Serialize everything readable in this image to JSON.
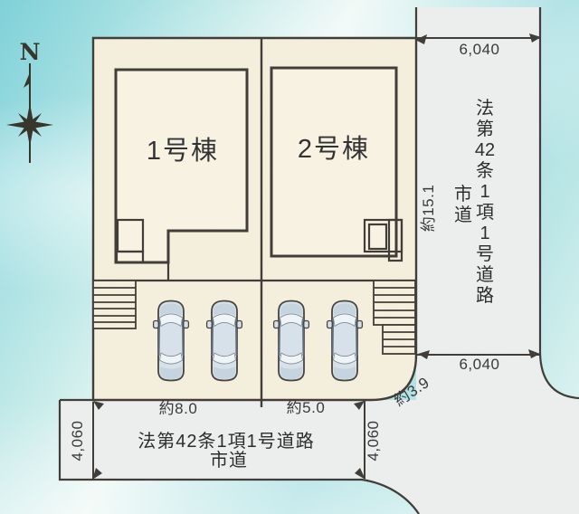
{
  "plan": {
    "compass": "N",
    "buildings": {
      "b1_label": "1号棟",
      "b2_label": "2号棟"
    },
    "dimensions": {
      "top_road_width": "6,040",
      "right_road_width_bottom": "6,040",
      "right_boundary_length": "約15.1",
      "corner_boundary_length": "約3.9",
      "bottom_road_width_left": "4,060",
      "bottom_road_width_right": "4,060",
      "frontage_lot1": "約8.0",
      "frontage_lot2": "約5.0"
    },
    "right_road": {
      "name": "法第42条1項1号道路",
      "type": "市道"
    },
    "bottom_road": {
      "name": "法第42条1項1号道路",
      "type": "市道"
    },
    "colors": {
      "background_teal": "#a8dfe2",
      "parcel_cream": "#f4eedc",
      "building_cream": "#f8f2e3",
      "road_gray": "#ebeeed",
      "line_dark": "#3f3c37",
      "car_body": "#d7e1ea"
    }
  }
}
